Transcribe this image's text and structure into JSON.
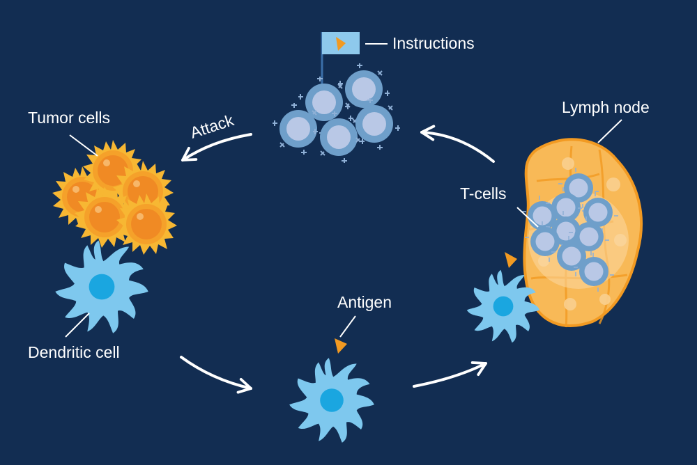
{
  "labels": {
    "instructions": "Instructions",
    "lymph_node": "Lymph node",
    "tumor_cells": "Tumor cells",
    "attack": "Attack",
    "t_cells": "T-cells",
    "antigen": "Antigen",
    "dendritic_cell": "Dendritic cell"
  },
  "colors": {
    "background": "#122d52",
    "tumor": "#f5a12a",
    "tumor_core": "#f08a24",
    "tumor_spike": "#f7b733",
    "dendritic": "#7ec8ee",
    "dendritic_nucleus": "#1aa6e0",
    "t_cell_ring": "#6f9fca",
    "t_cell_core": "#b9c8e6",
    "lymph_node": "#f8b957",
    "lymph_edge": "#f29a22",
    "antigen": "#f29a22",
    "flag": "#8ec9ec",
    "arrow": "#ffffff"
  }
}
